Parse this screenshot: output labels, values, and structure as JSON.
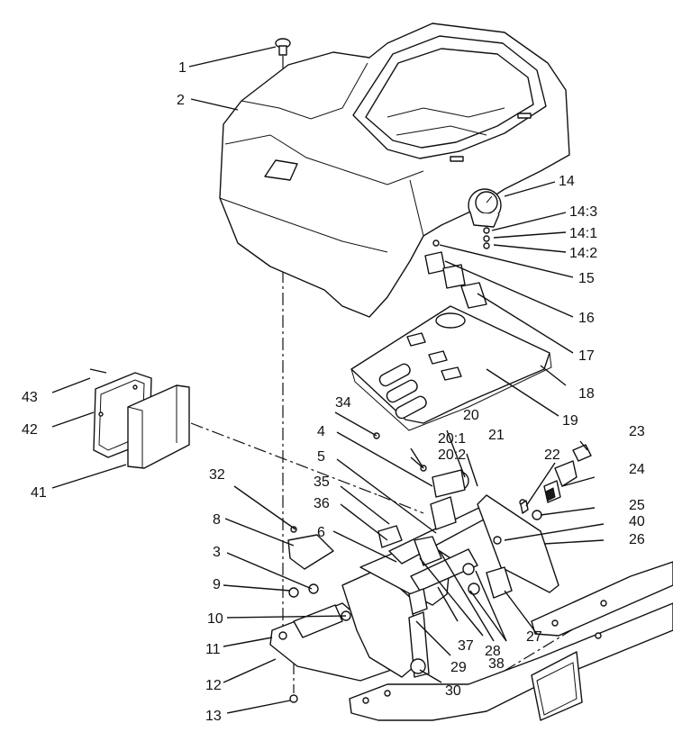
{
  "diagram": {
    "callouts": [
      "1",
      "2",
      "3",
      "4",
      "5",
      "6",
      "8",
      "9",
      "10",
      "11",
      "12",
      "13",
      "14",
      "14:3",
      "14:1",
      "14:2",
      "15",
      "16",
      "17",
      "18",
      "19",
      "20",
      "20:1",
      "20:2",
      "21",
      "22",
      "23",
      "24",
      "25",
      "26",
      "27",
      "28",
      "29",
      "30",
      "32",
      "34",
      "35",
      "36",
      "37",
      "38",
      "40",
      "41",
      "42",
      "43"
    ]
  }
}
